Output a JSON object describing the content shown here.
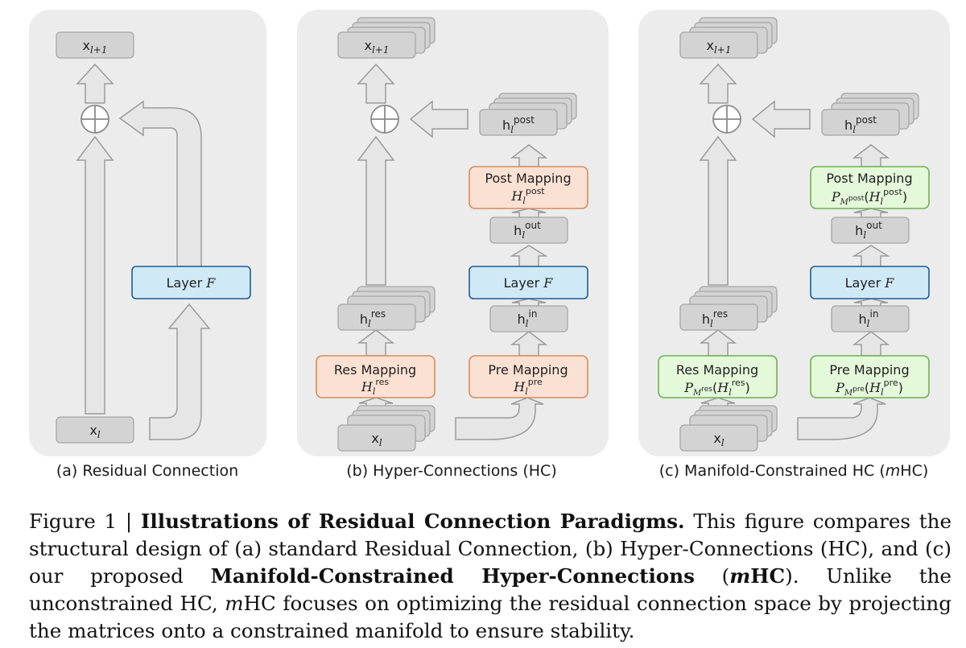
{
  "panels": {
    "a": {
      "subtitle": "(a) Residual Connection"
    },
    "b": {
      "subtitle": "(b) Hyper-Connections (HC)"
    },
    "c": {
      "subtitle_prefix": "(c) Manifold-Constrained HC (",
      "subtitle_em": "m",
      "subtitle_suffix": "HC)"
    }
  },
  "nodes": {
    "x_next": "x",
    "x_next_sub": "l+1",
    "x_cur": "x",
    "x_cur_sub": "l",
    "layer_label": "Layer",
    "layer_symbol": "F",
    "h": "h",
    "l": "l",
    "sup_post": "post",
    "sup_out": "out",
    "sup_in": "in",
    "sup_res": "res",
    "sup_pre": "pre",
    "post_mapping": "Post Mapping",
    "res_mapping": "Res Mapping",
    "pre_mapping": "Pre Mapping",
    "H": "H",
    "P": "P",
    "M": "M"
  },
  "caption": {
    "prefix": "Figure 1 | ",
    "title": "Illustrations of Residual Connection Paradigms.",
    "text1": " This figure compares the structural design of (a) standard Residual Connection, (b) Hyper-Connections (HC), and (c) our proposed ",
    "bold2a": "Manifold-Constrained Hyper-Connections",
    "text2": " (",
    "em": "m",
    "bold2b": "HC",
    "text3": "). Unlike the unconstrained HC, ",
    "em2": "m",
    "text4": "HC focuses on optimizing the residual connection space by projecting the matrices onto a constrained manifold to ensure stability."
  },
  "colors": {
    "panel_bg": "#ececec",
    "node_gray": "#d3d3d3",
    "node_gray_border": "#a6a6a6",
    "arrow_fill": "#e6e6e6",
    "arrow_stroke": "#9b9b9b",
    "layer_fill": "#cfe9f6",
    "layer_border": "#1f5d8f",
    "orange_fill": "#fbe1d3",
    "orange_border": "#d98b5b",
    "green_fill": "#e4f8da",
    "green_border": "#6cb24f"
  }
}
